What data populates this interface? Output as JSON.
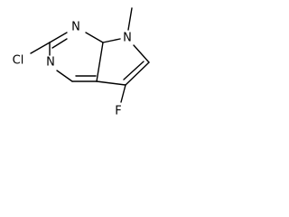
{
  "molecule": {
    "atoms": {
      "chlorine": "Cl",
      "nitrogen_n1": "N",
      "nitrogen_n3": "N",
      "nitrogen_n7": "N",
      "fluorine": "F"
    }
  }
}
